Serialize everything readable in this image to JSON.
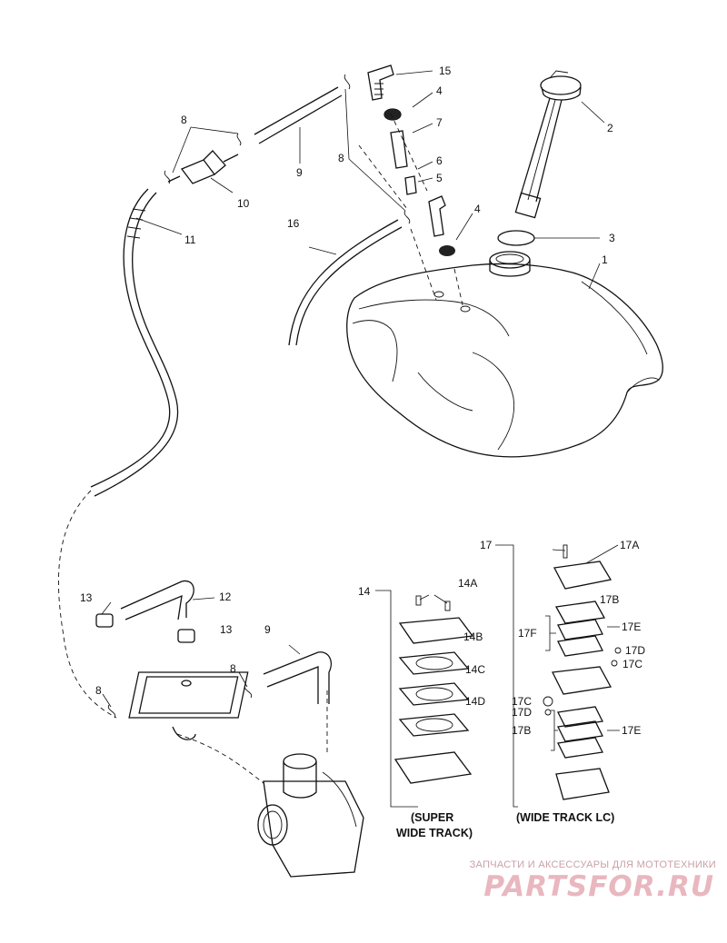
{
  "labels": {
    "l1": "1",
    "l2": "2",
    "l3": "3",
    "l4a": "4",
    "l4b": "4",
    "l5": "5",
    "l6": "6",
    "l7": "7",
    "l8a": "8",
    "l8b": "8",
    "l8c": "8",
    "l8d": "8",
    "l9a": "9",
    "l9b": "9",
    "l10": "10",
    "l11": "11",
    "l12": "12",
    "l13a": "13",
    "l13b": "13",
    "l14": "14",
    "l14a": "14A",
    "l14b": "14B",
    "l14c": "14C",
    "l14d": "14D",
    "l15": "15",
    "l16": "16",
    "l17": "17",
    "l17a": "17A",
    "l17b": "17B",
    "l17b2": "17B",
    "l17c": "17C",
    "l17c2": "17C",
    "l17d": "17D",
    "l17d2": "17D",
    "l17e": "17E",
    "l17e2": "17E",
    "l17f": "17F"
  },
  "captions": {
    "super_line1": "(SUPER",
    "super_line2": "WIDE TRACK)",
    "widelc": "(WIDE TRACK LC)"
  },
  "watermark": {
    "tagline": "ЗАПЧАСТИ И АКСЕССУАРЫ ДЛЯ МОТОТЕХНИКИ",
    "logo": "PARTSFOR.RU",
    "color": "#e9b7bf"
  }
}
